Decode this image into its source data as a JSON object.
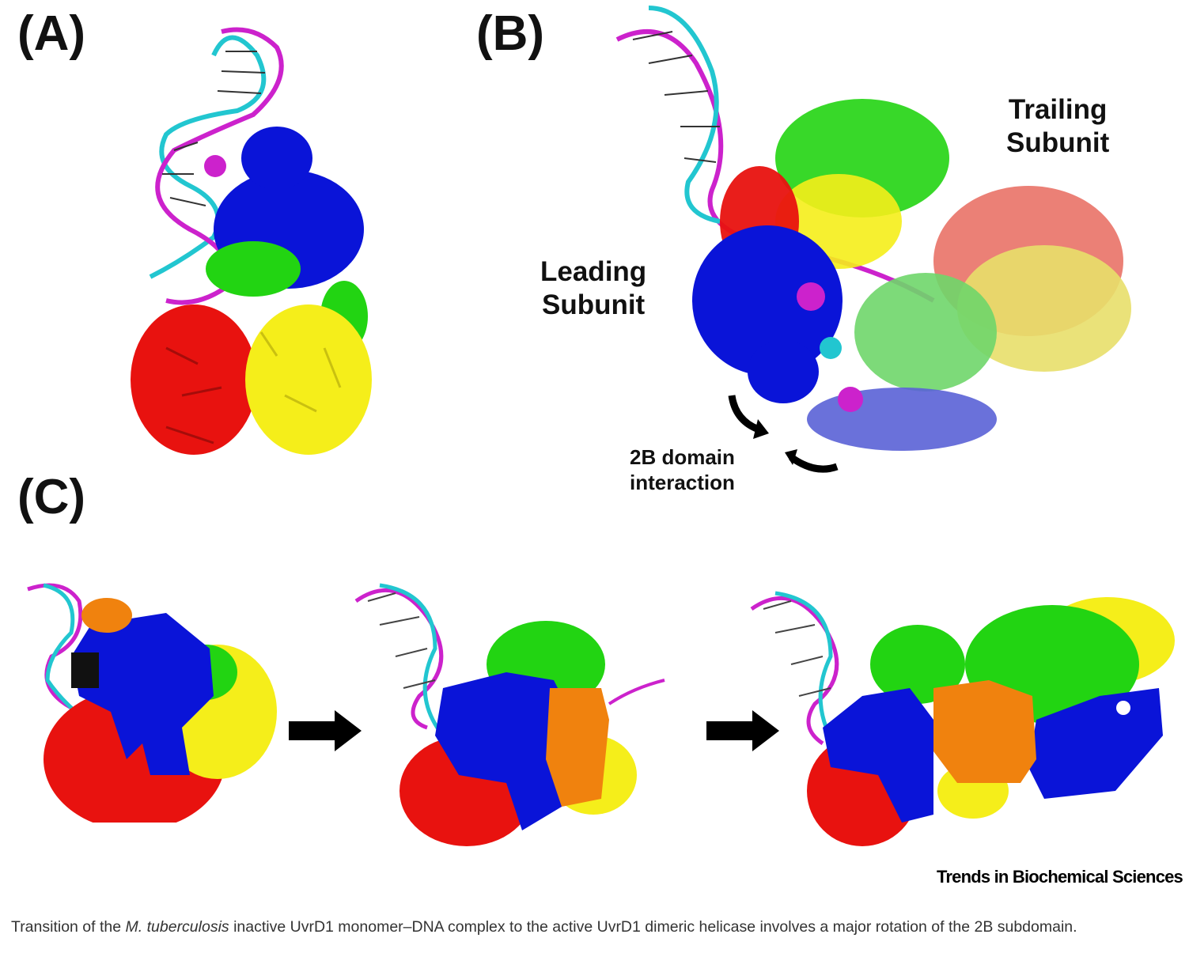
{
  "panels": {
    "A": {
      "label": "(A)"
    },
    "B": {
      "label": "(B)",
      "annotations": {
        "trailing": "Trailing\nSubunit",
        "trailing_line1": "Trailing",
        "trailing_line2": "Subunit",
        "leading_line1": "Leading",
        "leading_line2": "Subunit",
        "domain_line1": "2B domain",
        "domain_line2": "interaction"
      }
    },
    "C": {
      "label": "(C)",
      "steps": 3,
      "arrows": 2
    }
  },
  "colors": {
    "red": "#e8120f",
    "blue": "#0a14d8",
    "green": "#22d412",
    "yellow": "#f5ee1a",
    "orange": "#f0820e",
    "magenta": "#cc22cc",
    "cyan": "#22c6d0",
    "salmon": "#e86a5e",
    "pale_yellow": "#e8df6a",
    "pale_green": "#6fd66a",
    "slate_blue": "#5a62d6"
  },
  "source": "Trends in Biochemical Sciences",
  "caption": {
    "prefix": "Transition of the ",
    "italic": "M. tuberculosis",
    "suffix": " inactive UvrD1 monomer–DNA complex to the active UvrD1 dimeric helicase involves a major rotation of the 2B subdomain."
  }
}
